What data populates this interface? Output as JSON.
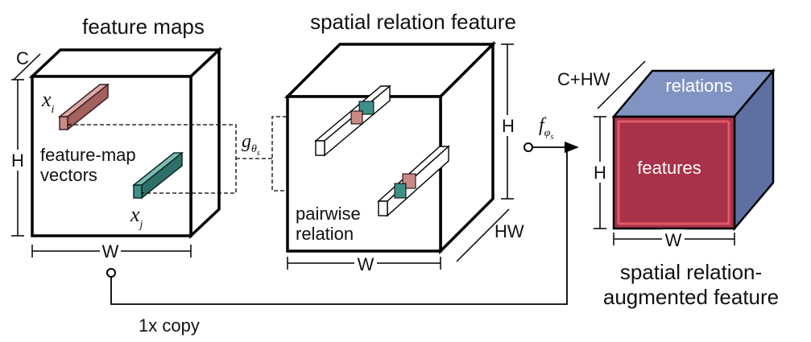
{
  "titles": {
    "feature_maps": "feature maps",
    "spatial_relation_feature": "spatial relation feature",
    "augmented_line1": "spatial relation-",
    "augmented_line2": "augmented feature"
  },
  "feature_maps": {
    "channel_label": "C",
    "height_label": "H",
    "width_label": "W",
    "vector_i_base": "x",
    "vector_i_sub": "i",
    "vector_j_base": "x",
    "vector_j_sub": "j",
    "vectors_label_line1": "feature-map",
    "vectors_label_line2": "vectors"
  },
  "relation_feature": {
    "height_label": "H",
    "width_label": "W",
    "depth_label": "HW",
    "pairwise_line1": "pairwise",
    "pairwise_line2": "relation",
    "g_base": "g",
    "g_sub": "θ",
    "g_subsub": "s"
  },
  "augmented": {
    "f_base": "f",
    "f_sub": "φ",
    "f_subsub": "s",
    "channel_label": "C+HW",
    "height_label": "H",
    "width_label": "W",
    "relations_label": "relations",
    "features_label": "features"
  },
  "copy_label": "1x copy",
  "colors": {
    "vector_i": "#c98a86",
    "vector_j": "#3f8f88",
    "relations_face": "#8193c2",
    "features_face": "#a8324a",
    "features_border": "#e05a66"
  }
}
